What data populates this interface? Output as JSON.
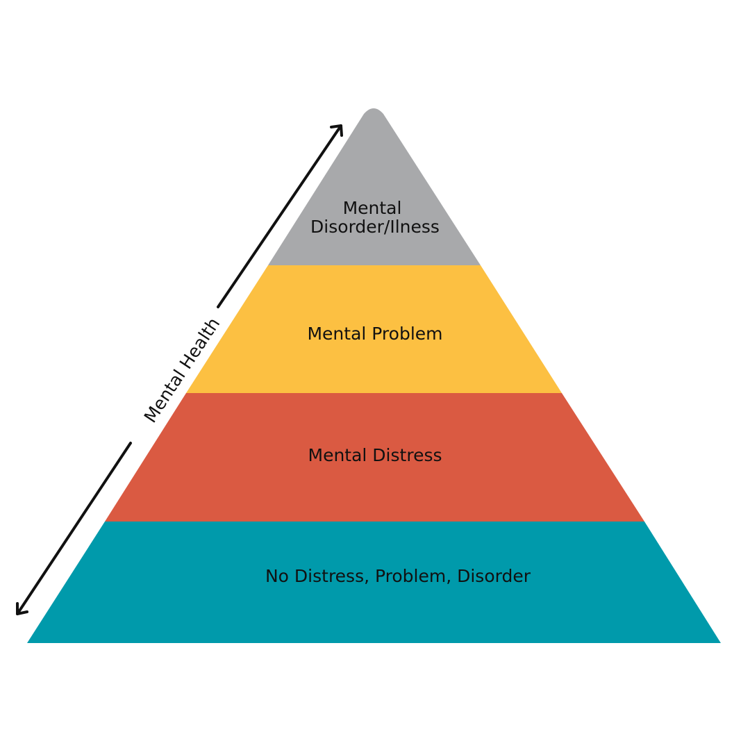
{
  "diagram": {
    "tiers": [
      {
        "lines": [
          "Mental",
          "Disorder/Ilness"
        ],
        "color": "#a8a9ab"
      },
      {
        "lines": [
          "Mental Problem"
        ],
        "color": "#fcc042"
      },
      {
        "lines": [
          "Mental Distress"
        ],
        "color": "#da5a42"
      },
      {
        "lines": [
          "No Distress, Problem, Disorder"
        ],
        "color": "#009aab"
      }
    ],
    "axis": {
      "label": "Mental Health",
      "color": "#111111"
    }
  }
}
